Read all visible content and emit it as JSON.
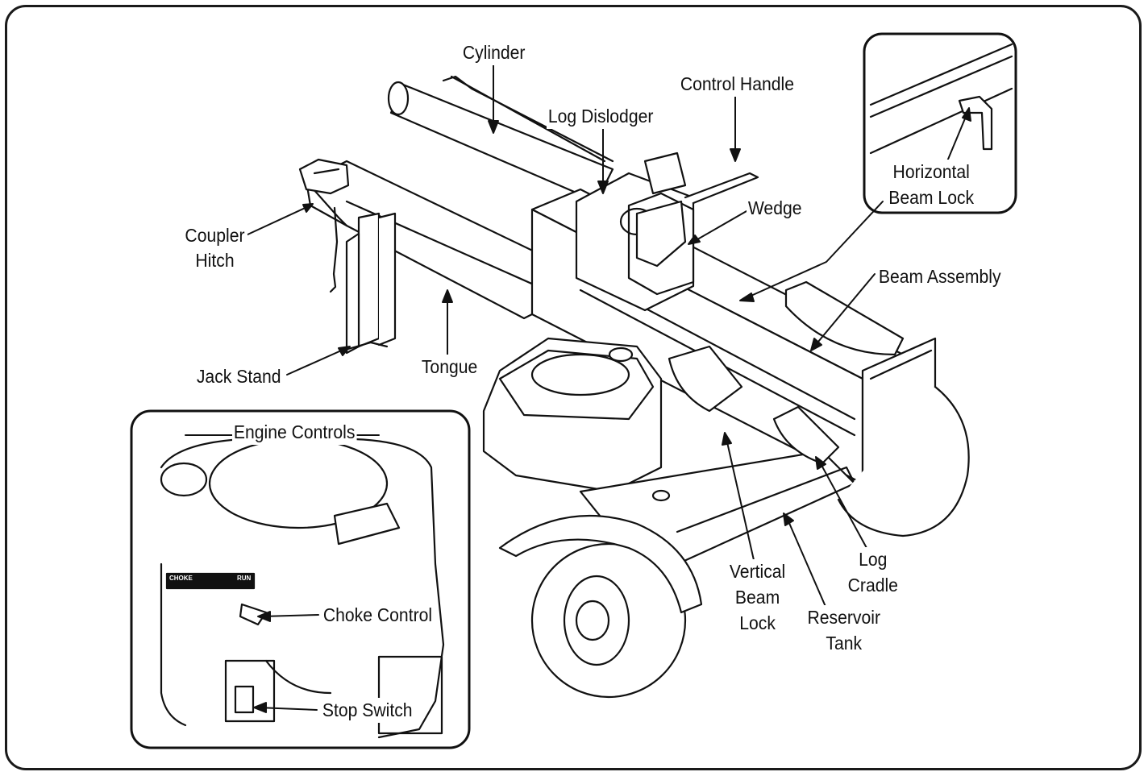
{
  "figure": {
    "labels": {
      "cylinder": "Cylinder",
      "control_handle": "Control Handle",
      "log_dislodger": "Log Dislodger",
      "wedge": "Wedge",
      "coupler_hitch_line1": "Coupler",
      "coupler_hitch_line2": "Hitch",
      "tongue": "Tongue",
      "jack_stand": "Jack Stand",
      "beam_assembly": "Beam Assembly",
      "horizontal_beam_lock_line1": "Horizontal",
      "horizontal_beam_lock_line2": "Beam Lock",
      "vertical_beam_lock_line1": "Vertical",
      "vertical_beam_lock_line2": "Beam",
      "vertical_beam_lock_line3": "Lock",
      "log_cradle_line1": "Log",
      "log_cradle_line2": "Cradle",
      "reservoir_tank_line1": "Reservoir",
      "reservoir_tank_line2": "Tank"
    },
    "inset_engine": {
      "engine_controls": "Engine Controls",
      "choke_control": "Choke Control",
      "stop_switch": "Stop Switch",
      "choke_marking": "CHOKE",
      "run_marking": "RUN"
    }
  }
}
